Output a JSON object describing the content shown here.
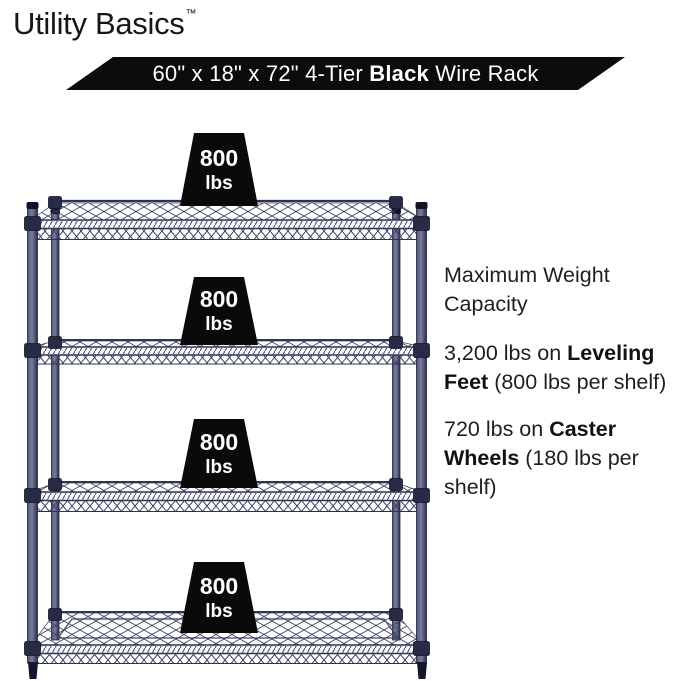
{
  "brand": {
    "name": "Utility Basics",
    "trademark": "™"
  },
  "banner": {
    "prefix": "60\" x 18\" x 72\" 4-Tier ",
    "highlight": "Black",
    "suffix": " Wire Rack",
    "bg_color": "#0c0c0c",
    "text_color": "#ffffff"
  },
  "badges": [
    {
      "value": "800",
      "unit": "lbs"
    },
    {
      "value": "800",
      "unit": "lbs"
    },
    {
      "value": "800",
      "unit": "lbs"
    },
    {
      "value": "800",
      "unit": "lbs"
    }
  ],
  "info": {
    "heading": "Maximum Weight Capacity",
    "leveling": {
      "prefix": "3,200 lbs on ",
      "bold": "Leveling Feet",
      "suffix": " (800 lbs per shelf)"
    },
    "caster": {
      "prefix": "720 lbs on ",
      "bold": "Caster Wheels",
      "suffix": " (180 lbs per shelf)"
    }
  },
  "product": {
    "tiers": 4,
    "badge_color": "#0a0a0a",
    "rack_line_color": "#343a57"
  }
}
